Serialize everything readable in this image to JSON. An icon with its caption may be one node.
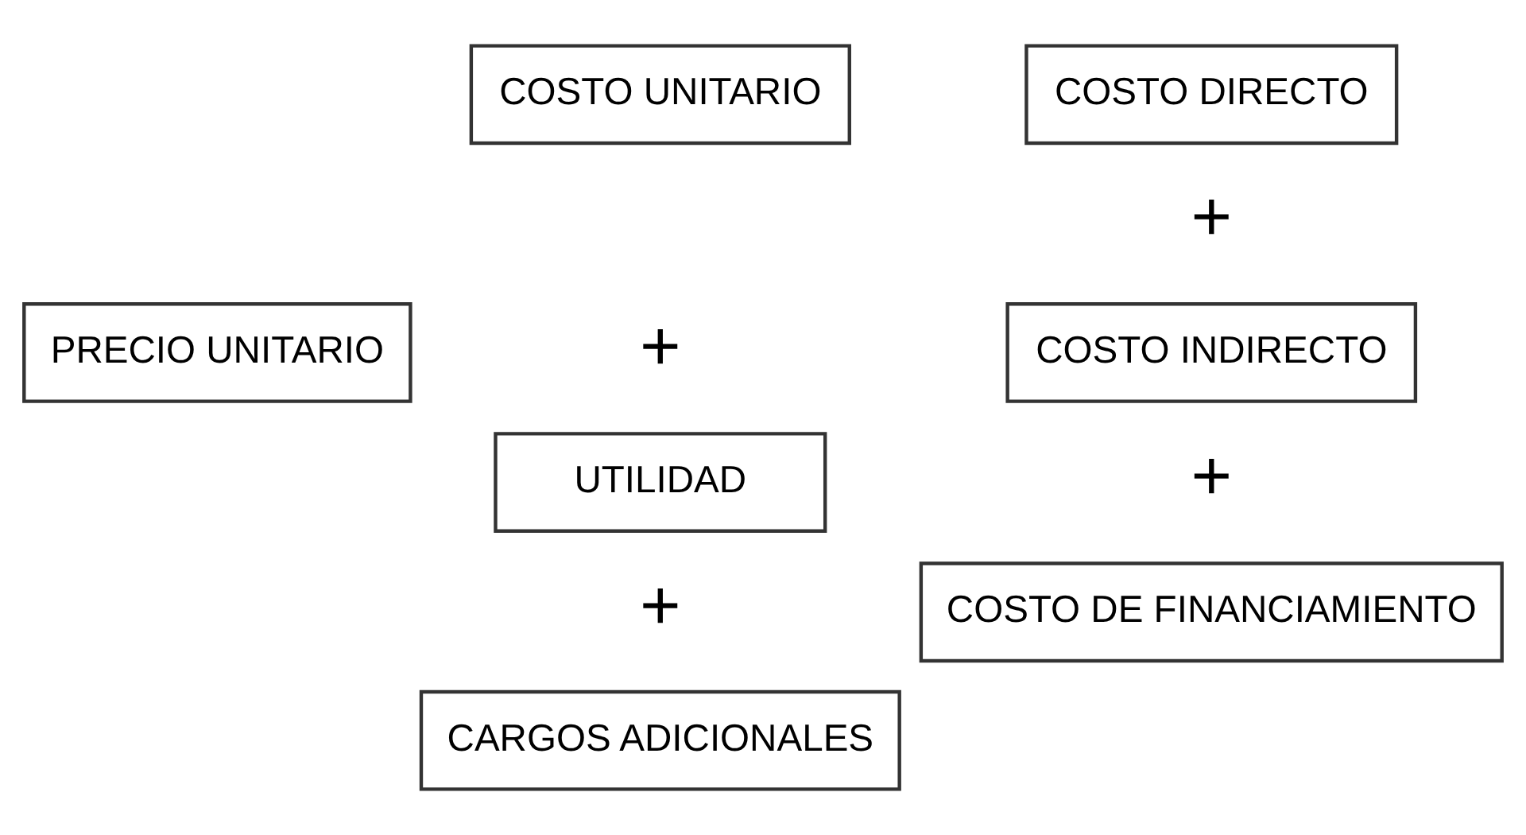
{
  "diagram": {
    "nodes": [
      {
        "text": [
          "PRECIO UNITARIO"
        ]
      },
      {
        "text": [
          "COSTO UNITARIO"
        ]
      },
      {
        "text": [
          "UTILIDAD"
        ]
      },
      {
        "text": [
          "CARGOS ADICIONALES"
        ]
      },
      {
        "text": [
          "COSTO DIRECTO"
        ]
      },
      {
        "text": [
          "COSTO INDIRECTO"
        ]
      },
      {
        "text": [
          "COSTO DE FINANCIAMIENTO"
        ]
      }
    ],
    "labels": [
      "+",
      "+",
      "+",
      "+"
    ]
  }
}
